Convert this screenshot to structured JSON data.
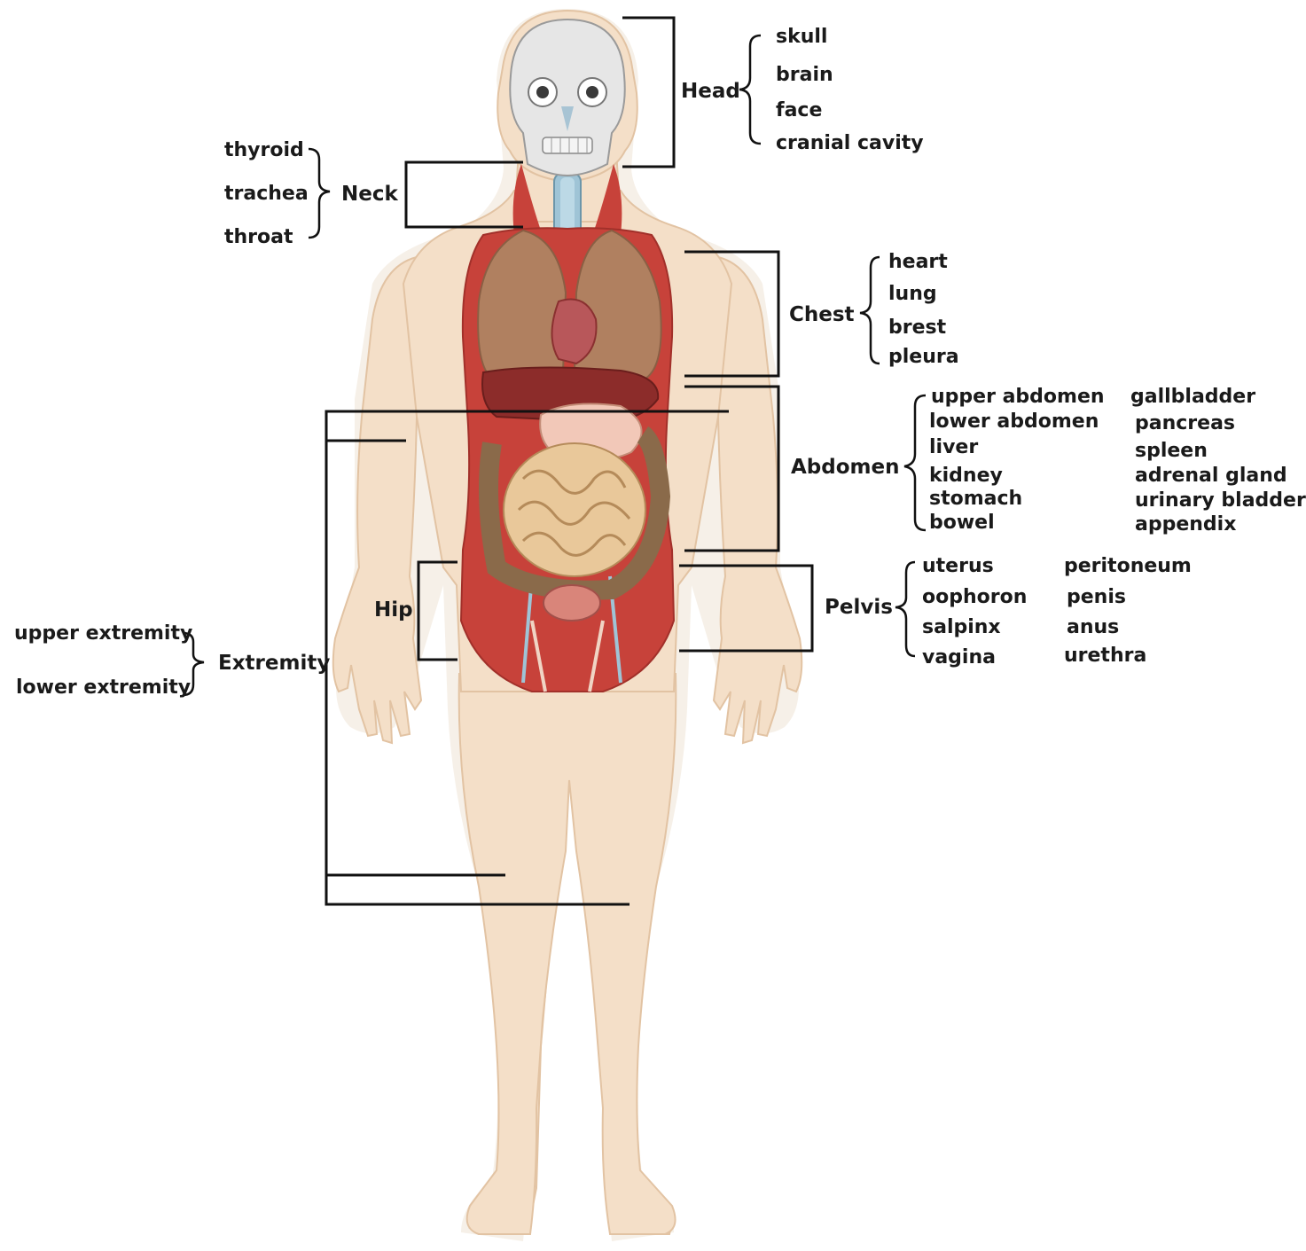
{
  "regions": {
    "head": {
      "label": "Head",
      "items": [
        "skull",
        "brain",
        "face",
        "cranial cavity"
      ]
    },
    "neck": {
      "label": "Neck",
      "items": [
        "thyroid",
        "trachea",
        "throat"
      ]
    },
    "chest": {
      "label": "Chest",
      "items": [
        "heart",
        "lung",
        "brest",
        "pleura"
      ]
    },
    "abdomen": {
      "label": "Abdomen",
      "col1": [
        "upper abdomen",
        "lower abdomen",
        "liver",
        "kidney",
        "stomach",
        "bowel"
      ],
      "col2": [
        "gallbladder",
        "pancreas",
        "spleen",
        "adrenal gland",
        "urinary bladder",
        "appendix"
      ]
    },
    "pelvis": {
      "label": "Pelvis",
      "col1": [
        "uterus",
        "oophoron",
        "salpinx",
        "vagina"
      ],
      "col2": [
        "peritoneum",
        "penis",
        "anus",
        "urethra"
      ]
    },
    "hip": {
      "label": "Hip"
    },
    "extremity": {
      "label": "Extremity",
      "items": [
        "upper extremity",
        "lower extremity"
      ]
    }
  },
  "colors": {
    "skin": "#f4dfc8",
    "muscle": "#c7423a",
    "lung": "#b08060",
    "intestine": "#e9c89a",
    "skull": "#e6e6e6",
    "trachea": "#9fc4d6"
  }
}
